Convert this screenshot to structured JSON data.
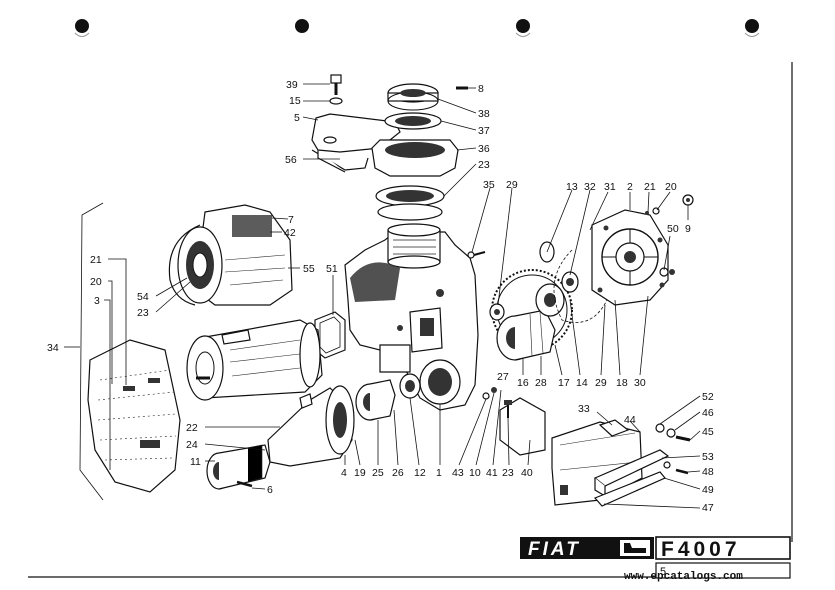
{
  "title_block": {
    "brand": "FIAT",
    "model_code": "F4007",
    "website": "www.epcatalogs.com",
    "page_ref": "5"
  },
  "callouts": [
    {
      "id": "c39",
      "label": "39"
    },
    {
      "id": "c15",
      "label": "15"
    },
    {
      "id": "c5",
      "label": "5"
    },
    {
      "id": "c56",
      "label": "56"
    },
    {
      "id": "c8",
      "label": "8"
    },
    {
      "id": "c38",
      "label": "38"
    },
    {
      "id": "c37",
      "label": "37"
    },
    {
      "id": "c36",
      "label": "36"
    },
    {
      "id": "c23a",
      "label": "23"
    },
    {
      "id": "c35",
      "label": "35"
    },
    {
      "id": "c29a",
      "label": "29"
    },
    {
      "id": "c13",
      "label": "13"
    },
    {
      "id": "c32",
      "label": "32"
    },
    {
      "id": "c31",
      "label": "31"
    },
    {
      "id": "c2",
      "label": "2"
    },
    {
      "id": "c21a",
      "label": "21"
    },
    {
      "id": "c20a",
      "label": "20"
    },
    {
      "id": "c9",
      "label": "9"
    },
    {
      "id": "c50",
      "label": "50"
    },
    {
      "id": "c7",
      "label": "7"
    },
    {
      "id": "c42",
      "label": "42"
    },
    {
      "id": "c55",
      "label": "55"
    },
    {
      "id": "c54",
      "label": "54"
    },
    {
      "id": "c23b",
      "label": "23"
    },
    {
      "id": "c51",
      "label": "51"
    },
    {
      "id": "c21b",
      "label": "21"
    },
    {
      "id": "c20b",
      "label": "20"
    },
    {
      "id": "c3",
      "label": "3"
    },
    {
      "id": "c34",
      "label": "34"
    },
    {
      "id": "c16",
      "label": "16"
    },
    {
      "id": "c28",
      "label": "28"
    },
    {
      "id": "c17",
      "label": "17"
    },
    {
      "id": "c14",
      "label": "14"
    },
    {
      "id": "c29b",
      "label": "29"
    },
    {
      "id": "c18",
      "label": "18"
    },
    {
      "id": "c30",
      "label": "30"
    },
    {
      "id": "c27",
      "label": "27"
    },
    {
      "id": "c22",
      "label": "22"
    },
    {
      "id": "c24",
      "label": "24"
    },
    {
      "id": "c11",
      "label": "11"
    },
    {
      "id": "c6",
      "label": "6"
    },
    {
      "id": "c4",
      "label": "4"
    },
    {
      "id": "c19",
      "label": "19"
    },
    {
      "id": "c25",
      "label": "25"
    },
    {
      "id": "c26",
      "label": "26"
    },
    {
      "id": "c12",
      "label": "12"
    },
    {
      "id": "c1",
      "label": "1"
    },
    {
      "id": "c43",
      "label": "43"
    },
    {
      "id": "c10",
      "label": "10"
    },
    {
      "id": "c41",
      "label": "41"
    },
    {
      "id": "c23c",
      "label": "23"
    },
    {
      "id": "c40",
      "label": "40"
    },
    {
      "id": "c33",
      "label": "33"
    },
    {
      "id": "c44",
      "label": "44"
    },
    {
      "id": "c52",
      "label": "52"
    },
    {
      "id": "c46",
      "label": "46"
    },
    {
      "id": "c45",
      "label": "45"
    },
    {
      "id": "c53",
      "label": "53"
    },
    {
      "id": "c48",
      "label": "48"
    },
    {
      "id": "c49",
      "label": "49"
    },
    {
      "id": "c47",
      "label": "47"
    }
  ]
}
